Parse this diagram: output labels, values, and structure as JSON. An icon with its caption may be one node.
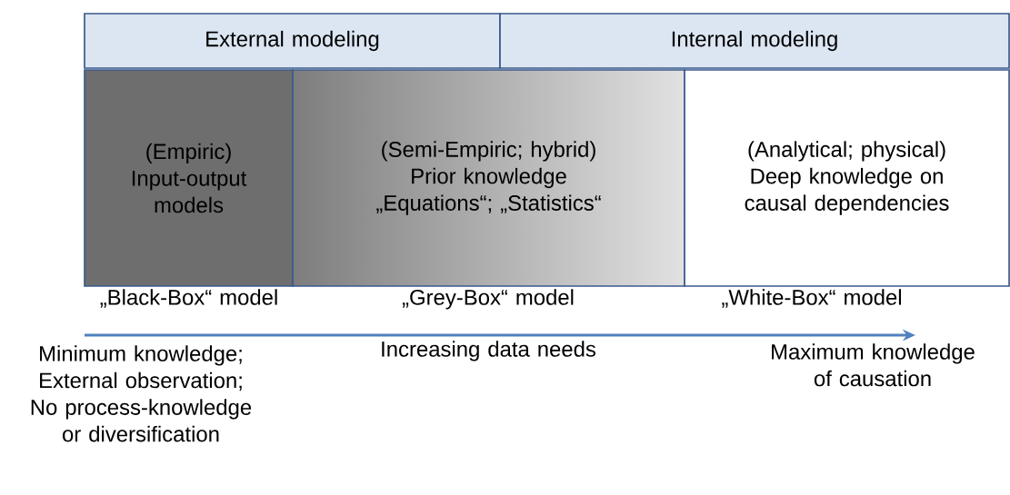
{
  "diagram": {
    "nodes": [
      {
        "text": [
          "External modeling"
        ]
      },
      {
        "text": [
          "Internal modeling"
        ]
      },
      {
        "text": [
          "(Empiric)",
          "Input-output models"
        ],
        "beside": [
          "„Black-Box“ model"
        ]
      },
      {
        "text": [
          "(Semi-Empiric; hybrid)",
          "Prior knowledge",
          "„Equations“; „Statistics“"
        ],
        "beside": [
          "„Grey-Box“ model"
        ]
      },
      {
        "text": [
          "(Analytical; physical)",
          "Deep knowledge on causal dependencies"
        ],
        "beside": [
          "„White-Box“ model"
        ]
      }
    ],
    "edges": [],
    "labels": [
      "Minimum knowledge; External observation; No process-knowledge or diversification",
      "Increasing data needs",
      "Maximum knowledge of causation"
    ]
  }
}
